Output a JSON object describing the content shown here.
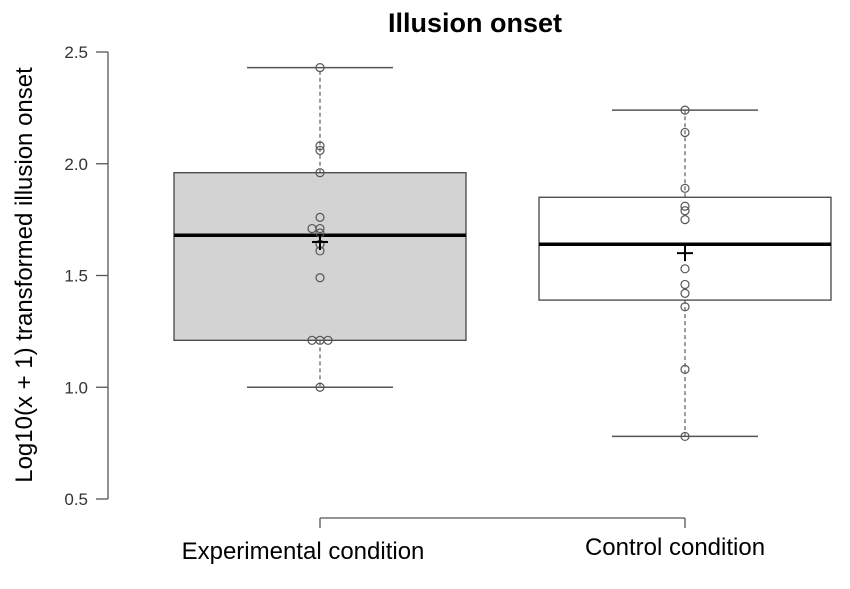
{
  "chart_data": {
    "type": "boxplot",
    "title": "Illusion onset",
    "ylabel": "Log10(x + 1) transformed illusion onset",
    "xlabel": "",
    "ylim": [
      0.5,
      2.5
    ],
    "yticks": [
      "0.5",
      "1.0",
      "1.5",
      "2.0",
      "2.5"
    ],
    "grid": false,
    "categories": [
      "Experimental condition",
      "Control condition"
    ],
    "groups": [
      {
        "whisker_low": 1.0,
        "q1": 1.21,
        "median": 1.68,
        "q3": 1.96,
        "whisker_high": 2.43,
        "mean": 1.65,
        "fill": "#d3d3d3",
        "points": [
          2.43,
          2.08,
          2.06,
          1.96,
          1.76,
          1.71,
          1.71,
          1.69,
          1.64,
          1.61,
          1.49,
          1.21,
          1.21,
          1.21,
          1.0
        ]
      },
      {
        "whisker_low": 0.78,
        "q1": 1.39,
        "median": 1.64,
        "q3": 1.85,
        "whisker_high": 2.24,
        "mean": 1.6,
        "fill": "#ffffff",
        "points": [
          2.24,
          2.14,
          1.89,
          1.81,
          1.79,
          1.75,
          1.53,
          1.46,
          1.42,
          1.36,
          1.08,
          0.78
        ]
      }
    ]
  }
}
